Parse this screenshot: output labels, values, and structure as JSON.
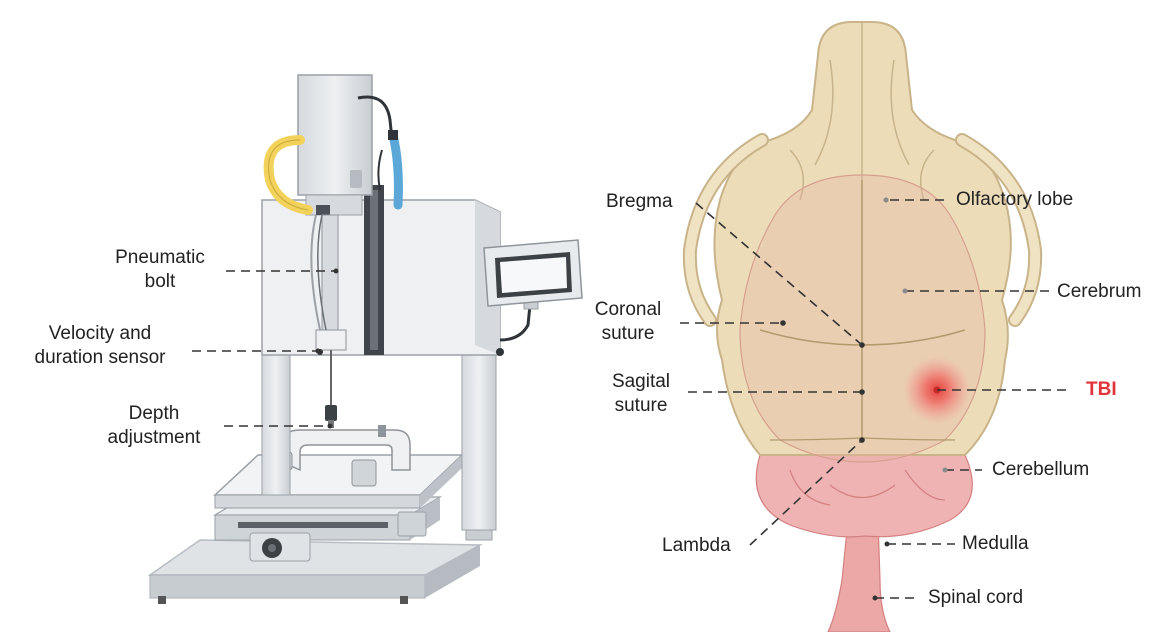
{
  "device_labels": {
    "pneumatic_bolt": [
      "Pneumatic",
      "bolt"
    ],
    "velocity_sensor": [
      "Velocity and",
      "duration sensor"
    ],
    "depth_adjustment": [
      "Depth",
      "adjustment"
    ]
  },
  "skull_labels": {
    "bregma": "Bregma",
    "coronal_suture": [
      "Coronal",
      "suture"
    ],
    "sagital_suture": [
      "Sagital",
      "suture"
    ],
    "lambda": "Lambda",
    "olfactory_lobe": "Olfactory lobe",
    "cerebrum": "Cerebrum",
    "tbi": "TBI",
    "cerebellum": "Cerebellum",
    "medulla": "Medulla",
    "spinal_cord": "Spinal cord"
  },
  "colors": {
    "skull": "#ecdcb8",
    "skull_outline": "#c9b389",
    "brain": "#e8a5a5",
    "injury": "#e53935",
    "device_body": "#e4e7ea",
    "device_dark": "#444a50",
    "hose_yellow": "#f2d25a",
    "hose_blue": "#5aa7d8",
    "tbi_text": "#e0333a"
  }
}
